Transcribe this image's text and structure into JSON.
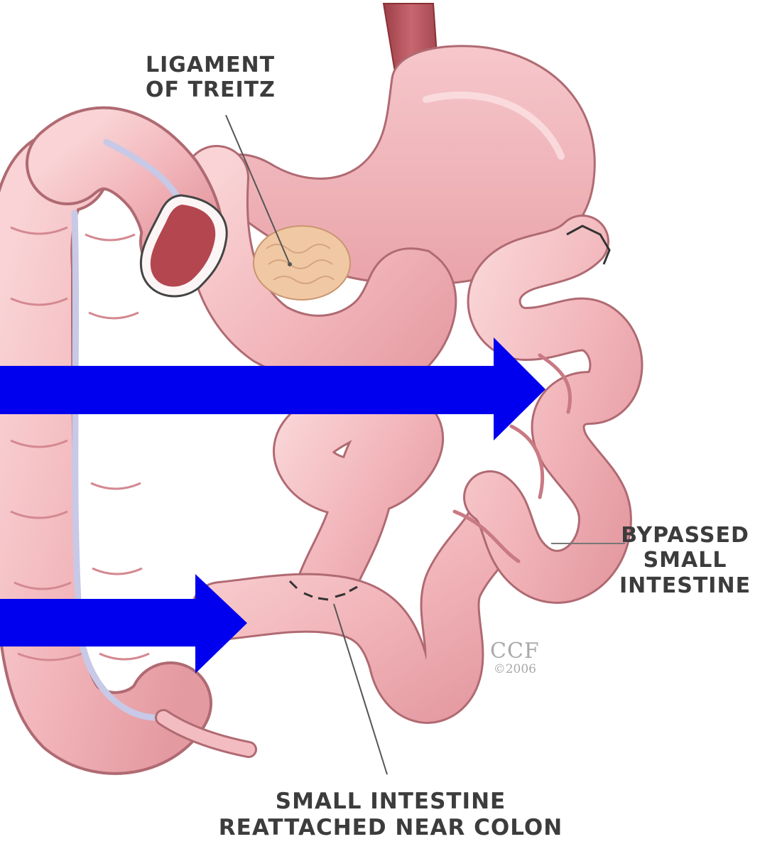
{
  "labels": {
    "ligament_line1": "LIGAMENT",
    "ligament_line2": "OF TREITZ",
    "bypassed_line1": "BYPASSED",
    "bypassed_line2": "SMALL",
    "bypassed_line3": "INTESTINE",
    "reattached_line1": "SMALL INTESTINE",
    "reattached_line2": "REATTACHED NEAR COLON"
  },
  "watermark": {
    "line1": "CCF",
    "line2": "©2006"
  },
  "colors": {
    "arrow": "#0000ee",
    "tissue": "#f2b9bd",
    "tissue_shadow": "#d98b92",
    "outline": "#b06a72",
    "pancreas": "#f0c8a4",
    "esophagus": "#b8555c",
    "vessel": "#c7c9e6",
    "label_text": "#3c3c3c"
  }
}
